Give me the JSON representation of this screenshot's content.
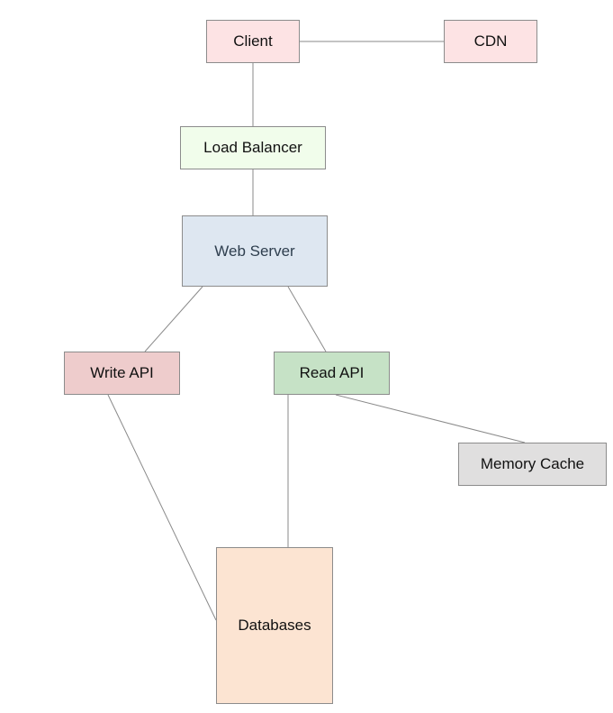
{
  "diagram": {
    "nodes": {
      "client": {
        "label": "Client",
        "color": "#fde3e4"
      },
      "cdn": {
        "label": "CDN",
        "color": "#fde3e4"
      },
      "load_balancer": {
        "label": "Load Balancer",
        "color": "#f1fdeb"
      },
      "web_server": {
        "label": "Web Server",
        "color": "#dee7f1"
      },
      "write_api": {
        "label": "Write API",
        "color": "#eecccc"
      },
      "read_api": {
        "label": "Read API",
        "color": "#c6e2c6"
      },
      "memory_cache": {
        "label": "Memory Cache",
        "color": "#e0dfdf"
      },
      "databases": {
        "label": "Databases",
        "color": "#fce4d2"
      }
    },
    "edges": [
      {
        "from": "client",
        "to": "cdn"
      },
      {
        "from": "client",
        "to": "load_balancer"
      },
      {
        "from": "load_balancer",
        "to": "web_server"
      },
      {
        "from": "web_server",
        "to": "write_api"
      },
      {
        "from": "web_server",
        "to": "read_api"
      },
      {
        "from": "read_api",
        "to": "memory_cache"
      },
      {
        "from": "read_api",
        "to": "databases"
      },
      {
        "from": "write_api",
        "to": "databases"
      }
    ]
  }
}
